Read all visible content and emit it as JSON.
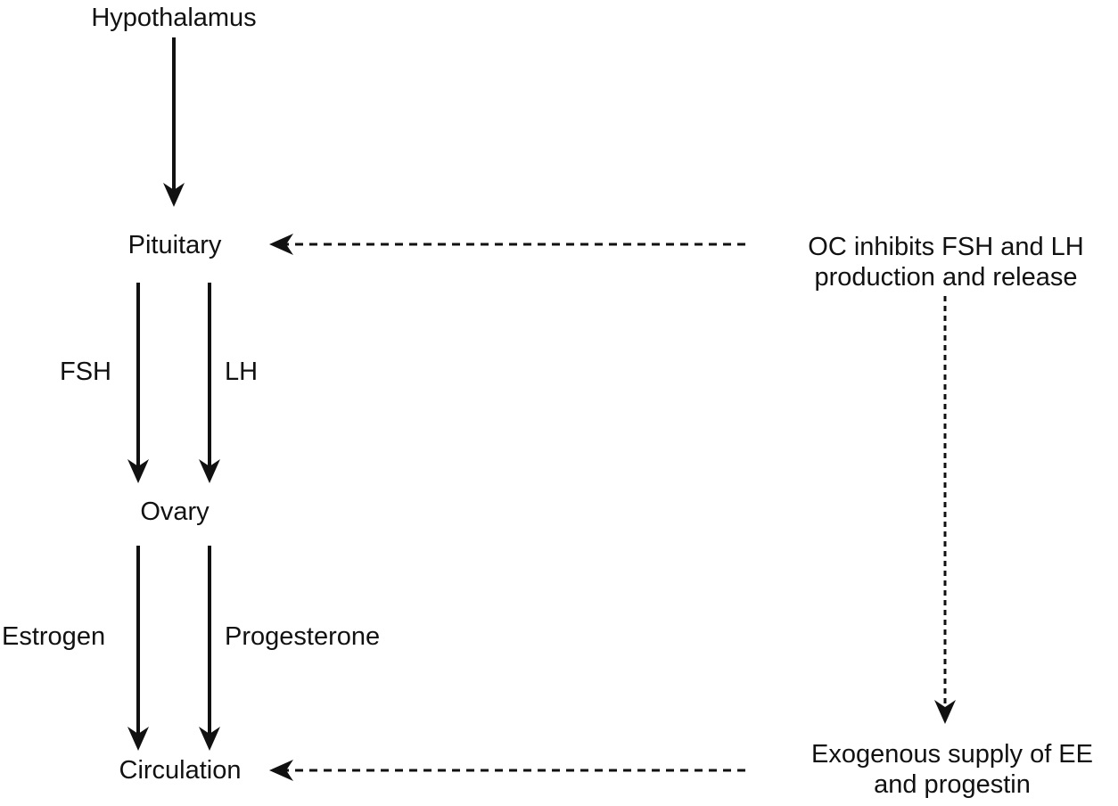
{
  "nodes": {
    "hypothalamus": "Hypothalamus",
    "pituitary": "Pituitary",
    "ovary": "Ovary",
    "circulation": "Circulation"
  },
  "hormones": {
    "fsh": "FSH",
    "lh": "LH",
    "estrogen": "Estrogen",
    "progesterone": "Progesterone"
  },
  "notes": {
    "oc_inhibits_line1": "OC inhibits FSH and LH",
    "oc_inhibits_line2": "production and release",
    "exogenous_line1": "Exogenous supply of EE",
    "exogenous_line2": "and progestin"
  }
}
